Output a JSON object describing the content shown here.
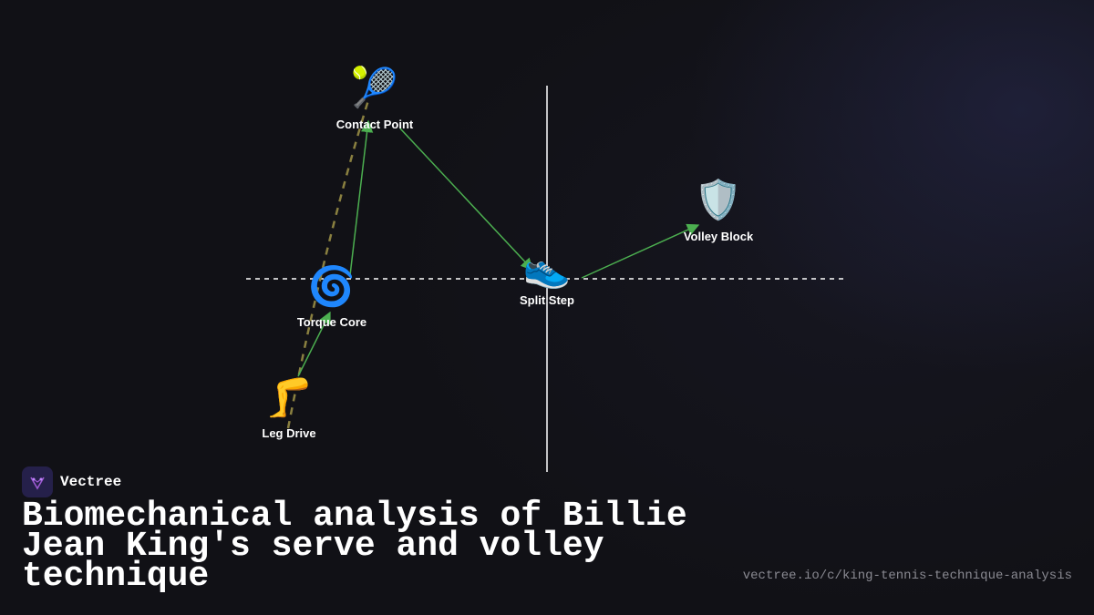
{
  "brand": {
    "name": "Vectree"
  },
  "title": "Biomechanical analysis of Billie Jean King's serve and volley technique",
  "url": "vectree.io/c/king-tennis-technique-analysis",
  "colors": {
    "background": "#111116",
    "arrow": "#4caf50",
    "dashed_path": "#8a8040",
    "axis": "#ffffff",
    "text": "#ffffff",
    "muted_text": "#8a8a92",
    "logo_bg": "#25204a",
    "logo_mark": "#9b59d0"
  },
  "nodes": [
    {
      "id": "contact",
      "label": "Contact Point",
      "icon": "tennis-racket-icon",
      "emoji": "🎾"
    },
    {
      "id": "split",
      "label": "Split Step",
      "icon": "running-shoe-icon",
      "emoji": "👟"
    },
    {
      "id": "volley",
      "label": "Volley Block",
      "icon": "shield-icon",
      "emoji": "🛡️"
    },
    {
      "id": "torque",
      "label": "Torque Core",
      "icon": "cyclone-icon",
      "emoji": "🌀"
    },
    {
      "id": "leg",
      "label": "Leg Drive",
      "icon": "leg-icon",
      "emoji": "🦵"
    }
  ],
  "edges": [
    {
      "from": "leg",
      "to": "torque"
    },
    {
      "from": "torque",
      "to": "contact"
    },
    {
      "from": "contact",
      "to": "split"
    },
    {
      "from": "split",
      "to": "volley"
    }
  ]
}
